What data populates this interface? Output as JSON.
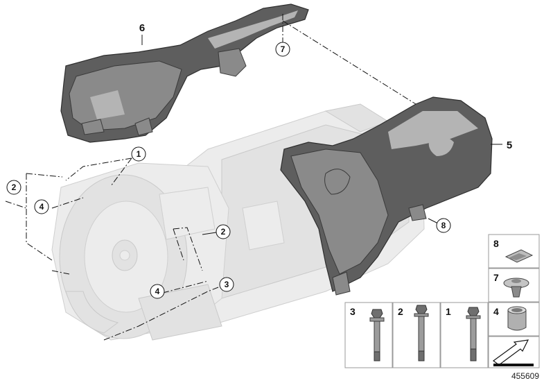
{
  "diagram": {
    "callouts": {
      "c1": "1",
      "c2_left": "2",
      "c4_left": "4",
      "c2_mid": "2",
      "c4_mid": "4",
      "c3_mid": "3",
      "c6": "6",
      "c7_top": "7",
      "c5": "5",
      "c8": "8"
    },
    "legend": {
      "cell_8": "8",
      "cell_7": "7",
      "cell_4": "4",
      "cell_3": "3",
      "cell_2": "2",
      "cell_1": "1"
    },
    "reference_number": "455609"
  }
}
